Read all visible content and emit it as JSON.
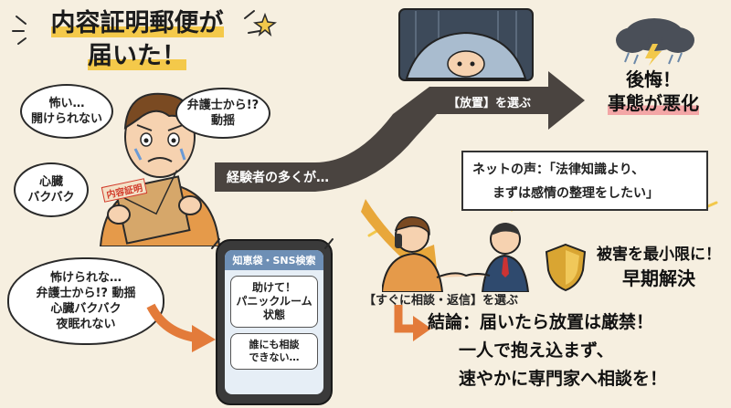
{
  "title": {
    "line1": "内容証明郵便が",
    "line2": "届いた！"
  },
  "bubbles": {
    "scared": "怖い…\n開けられない",
    "lawyer": "弁護士から!?\n動揺",
    "heart": "心臓\nバクバク",
    "summary": "怖けられな…\n弁護士から!? 動揺\n心臓バクバク\n夜眠れない"
  },
  "envelope_stamp": "内容証明",
  "fork_label": "経験者の多くが…",
  "top_path": {
    "label": "【放置】を選ぶ",
    "result_line1": "後悔！",
    "result_line2": "事態が悪化"
  },
  "net_voice": {
    "line1": "ネットの声：「法律知識より、",
    "line2": "まずは感情の整理をしたい」"
  },
  "bottom_path": {
    "label": "【すぐに相談・返信】を選ぶ",
    "result_line1": "被害を最小限に！",
    "result_line2": "早期解決"
  },
  "phone": {
    "search": "知恵袋・SNS検索",
    "post1": "助けて！\nパニックルーム\n状態",
    "post2": "誰にも相談\nできない…"
  },
  "conclusion": {
    "line1": "結論：届いたら放置は厳禁！",
    "line2": "一人で抱え込まず、",
    "line3": "速やかに専門家へ相談を！"
  },
  "colors": {
    "background": "#f6efe0",
    "highlight": "#f4c94a",
    "accent_red": "#d23a2a",
    "arrow_dark": "#4a4440",
    "shield": "#d9a532"
  }
}
